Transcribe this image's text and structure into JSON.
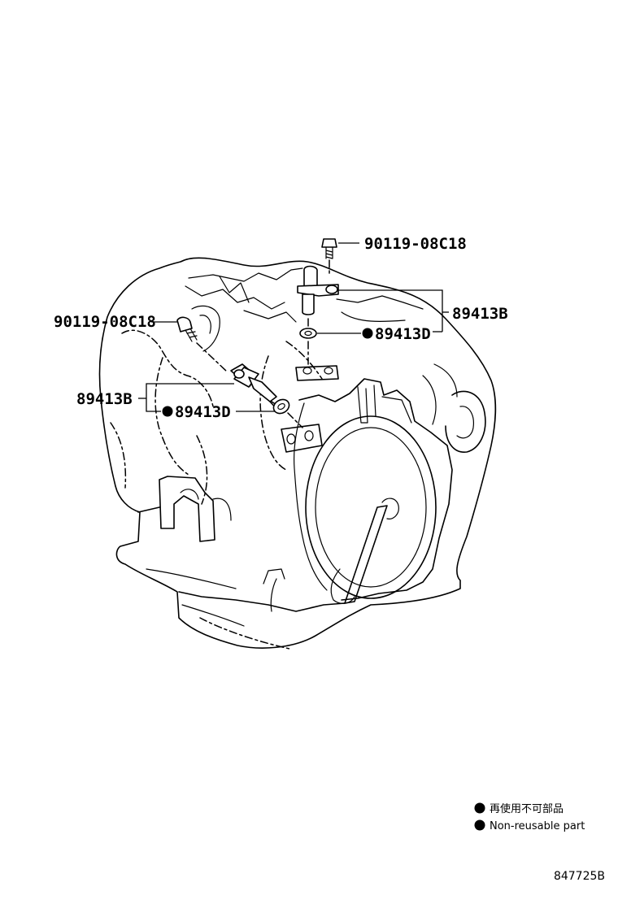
{
  "callouts": {
    "bolt_top": "90119-08C18",
    "bolt_left": "90119-08C18",
    "sensor_right": "89413B",
    "oring_right": "89413D",
    "sensor_left": "89413B",
    "oring_left": "89413D"
  },
  "legend": {
    "japanese": "再使用不可部品",
    "english": "Non-reusable part"
  },
  "reference_number": "847725B"
}
